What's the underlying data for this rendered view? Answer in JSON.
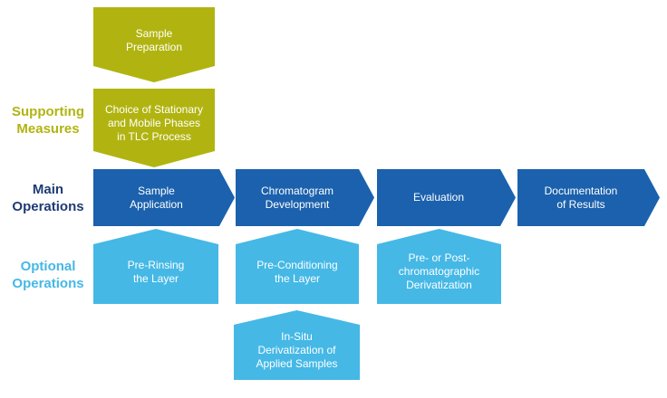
{
  "palette": {
    "olive": "#b1b410",
    "dark_blue": "#1b61ad",
    "light_blue": "#45b8e6",
    "navy": "#1f3b73",
    "shape_text": "#ffffff"
  },
  "rows": {
    "supporting": {
      "label": "Supporting\nMeasures",
      "items": [
        {
          "label": "Sample\nPreparation"
        },
        {
          "label": "Choice of Stationary\nand Mobile Phases\nin TLC Process"
        }
      ]
    },
    "main": {
      "label": "Main\nOperations",
      "items": [
        {
          "label": "Sample\nApplication"
        },
        {
          "label": "Chromatogram\nDevelopment"
        },
        {
          "label": "Evaluation"
        },
        {
          "label": "Documentation\nof Results"
        }
      ]
    },
    "optional": {
      "label": "Optional\nOperations",
      "items": [
        {
          "label": "Pre-Rinsing\nthe Layer"
        },
        {
          "label": "Pre-Conditioning\nthe Layer"
        },
        {
          "label": "Pre- or Post-\nchromatographic\nDerivatization"
        },
        {
          "label": "In-Situ\nDerivatization of\nApplied Samples"
        }
      ]
    }
  }
}
